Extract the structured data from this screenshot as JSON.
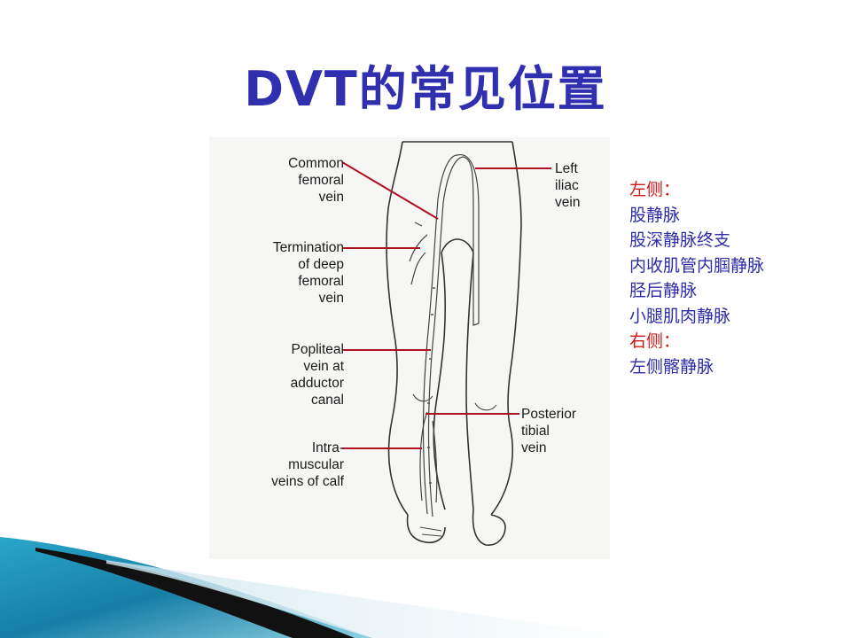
{
  "title": "DVT的常见位置",
  "figure": {
    "labels": {
      "common_femoral": "Common\nfemoral\nvein",
      "termination_deep_femoral": "Termination\nof deep\nfemoral\nvein",
      "popliteal": "Popliteal\nvein at\nadductor\ncanal",
      "intramuscular": "Intra-\nmuscular\nveins of calf",
      "left_iliac": "Left\niliac\nvein",
      "posterior_tibial": "Posterior\ntibial\nvein"
    }
  },
  "notes": {
    "left_heading": "左侧：",
    "left_items": [
      "股静脉",
      "股深静脉终支",
      "内收肌管内腘静脉",
      "胫后静脉",
      "小腿肌肉静脉"
    ],
    "right_heading": "右侧：",
    "right_items": [
      "左侧髂静脉"
    ]
  },
  "colors": {
    "title": "#2f2fb0",
    "pointer_line": "#b01020",
    "heading_red": "#d01818",
    "item_blue": "#2c2ca8",
    "accent_teal": "#1a8fb0"
  }
}
